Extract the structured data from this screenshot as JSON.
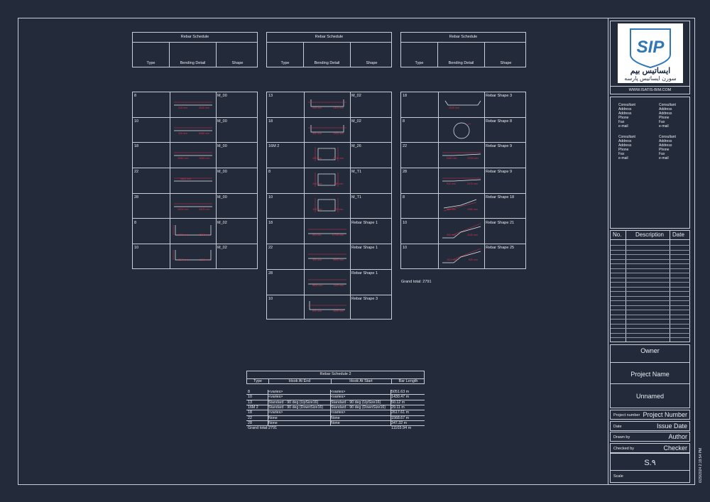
{
  "schedules": [
    {
      "title": "Rebar Schedule",
      "headers": [
        "Type",
        "Bending Detail",
        "Shape"
      ],
      "rows": [
        {
          "type": "8",
          "shape": "M_00",
          "dims": [
            "416 mm",
            "3530 mm"
          ]
        },
        {
          "type": "10",
          "shape": "M_00",
          "dims": [
            "330 mm",
            "6080 mm"
          ]
        },
        {
          "type": "18",
          "shape": "M_00",
          "dims": [
            "5080 mm",
            "5080 mm"
          ]
        },
        {
          "type": "22",
          "shape": "M_00",
          "dims": [
            "5800 mm",
            ""
          ]
        },
        {
          "type": "28",
          "shape": "M_00",
          "dims": [
            "6400 mm",
            "6400 mm"
          ]
        },
        {
          "type": "8",
          "shape": "M_02",
          "dims": [
            "1720 mm",
            "2560 mm"
          ]
        },
        {
          "type": "10",
          "shape": "M_02",
          "dims": [
            "1530 mm",
            "1120 mm"
          ]
        }
      ]
    },
    {
      "title": "Rebar Schedule",
      "headers": [
        "Type",
        "Bending Detail",
        "Shape"
      ],
      "rows": [
        {
          "type": "13",
          "shape": "M_02",
          "dims": [
            "440 mm",
            "1110 mm"
          ]
        },
        {
          "type": "18",
          "shape": "M_02",
          "dims": [
            "560 mm",
            "1940 mm"
          ]
        },
        {
          "type": "16M 2",
          "shape": "M_26",
          "dims": [
            "430 mm",
            "2710 mm"
          ]
        },
        {
          "type": "8",
          "shape": "M_T1",
          "dims": [
            "610 mm",
            "540 mm"
          ]
        },
        {
          "type": "10",
          "shape": "M_T1",
          "dims": [
            "420 mm",
            "620 mm"
          ]
        },
        {
          "type": "18",
          "shape": "Rebar Shape 1",
          "dims": [
            "300 mm",
            "11720 mm"
          ]
        },
        {
          "type": "22",
          "shape": "Rebar Shape 1",
          "dims": [
            "300 mm",
            "9800 mm"
          ]
        },
        {
          "type": "28",
          "shape": "Rebar Shape 1",
          "dims": [
            "3800 mm",
            "1100 mm"
          ]
        },
        {
          "type": "10",
          "shape": "Rebar Shape 3",
          "dims": [
            "600 mm",
            "1630 mm"
          ]
        }
      ]
    },
    {
      "title": "Rebar Schedule",
      "headers": [
        "Type",
        "Bending Detail",
        "Shape"
      ],
      "rows": [
        {
          "type": "18",
          "shape": "Rebar Shape 3",
          "dims": [
            "2040 mm",
            ""
          ]
        },
        {
          "type": "8",
          "shape": "Rebar Shape 8",
          "dims": [
            "",
            ""
          ]
        },
        {
          "type": "22",
          "shape": "Rebar Shape 9",
          "dims": [
            "1580 mm",
            "5700 mm"
          ]
        },
        {
          "type": "28",
          "shape": "Rebar Shape 9",
          "dims": [
            "910 mm",
            "2470 mm"
          ]
        },
        {
          "type": "8",
          "shape": "Rebar Shape 18",
          "dims": [
            "960 mm",
            "1060 mm"
          ]
        },
        {
          "type": "10",
          "shape": "Rebar Shape 21",
          "dims": [
            "900 mm",
            "1100 mm"
          ]
        },
        {
          "type": "10",
          "shape": "Rebar Shape 25",
          "dims": [
            "1110 mm",
            "920 mm"
          ]
        }
      ],
      "grand_total": "Grand total: 2791"
    }
  ],
  "schedule2": {
    "title": "Rebar Schedule 2",
    "headers": [
      "Type",
      "Hook At End",
      "Hook At Start",
      "Bar Length"
    ],
    "rows": [
      [
        "8",
        "<varies>",
        "<varies>",
        "5051.63 m"
      ],
      [
        "10",
        "<varies>",
        "<varies>",
        "1430.47 m"
      ],
      [
        "13",
        "Standard - 90 deg (UpSize16)",
        "Standard - 90 deg (UpSize16)",
        "50.12 m"
      ],
      [
        "16M 2",
        "Standard - 90 deg (DownSize16)",
        "Standard - 90 deg (DownSize16)",
        "29.11 m"
      ],
      [
        "18",
        "<varies>",
        "<varies>",
        "2617.61 m"
      ],
      [
        "22",
        "None",
        "None",
        "1568.67 m"
      ],
      [
        "28",
        "None",
        "None",
        "347.32 m"
      ]
    ],
    "grand_total_label": "Grand total:",
    "grand_total_count": "2791",
    "grand_total_length": "11103.94 m"
  },
  "title_block": {
    "logo_mark": "SIP",
    "logo_text_fa": "ایساتیس بیم",
    "logo_sub_fa": "سورن ایساتیس پارسه",
    "website": "WWW.ISATIS-BIM.COM",
    "consultant_block": [
      "Consultant",
      "Address",
      "Address",
      "Phone",
      "Fax",
      "e-mail"
    ],
    "revision_headers": [
      "No.",
      "Description",
      "Date"
    ],
    "owner": "Owner",
    "project_name": "Project Name",
    "unnamed": "Unnamed",
    "fields": [
      {
        "label": "Project number",
        "value": "Project Number"
      },
      {
        "label": "Date",
        "value": "Issue Date"
      },
      {
        "label": "Drawn by",
        "value": "Author"
      },
      {
        "label": "Checked by",
        "value": "Checker"
      }
    ],
    "sheet_number": "S.۹",
    "scale_label": "Scale",
    "timestamp": "6/29/2024 2:19:54 PM"
  },
  "colors": {
    "background": "#232a3a",
    "lines": "#c9ced8",
    "rebar": "#d8334a",
    "dimension": "#e04a5c"
  }
}
